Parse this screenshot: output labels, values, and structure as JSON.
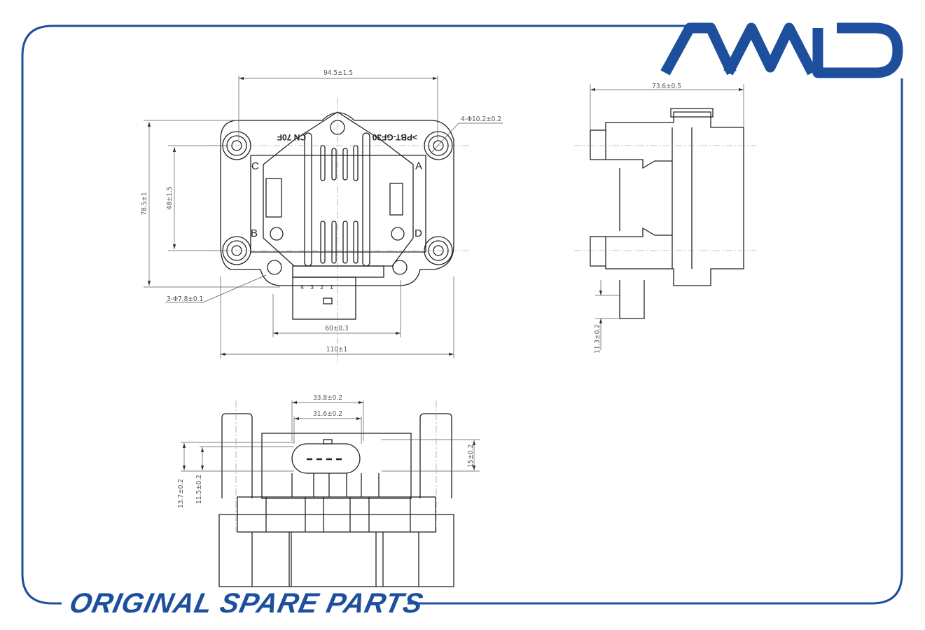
{
  "brand": {
    "logo_text": "AMD",
    "slogan": "ORIGINAL SPARE PARTS",
    "color": "#1d4f9c"
  },
  "top_view": {
    "dims": {
      "width_holes": "94.5±1.5",
      "height_total": "78.5±1",
      "height_holes": "48±1.5",
      "hole_big": "4-Φ10.2±0.2",
      "hole_small": "3-Φ7.8±0.1",
      "connector_span": "60±0.3",
      "width_total": "110±1"
    },
    "markings": {
      "material_1": ">PBT-GF30",
      "material_2": "CN 70F",
      "tower_a": "A",
      "tower_b": "B",
      "tower_c": "C",
      "tower_d": "D"
    },
    "pins": [
      "4",
      "3",
      "2",
      "1"
    ]
  },
  "side_view": {
    "dims": {
      "depth": "73.6±0.5",
      "connector_height": "11.3±0.2"
    }
  },
  "front_view": {
    "dims": {
      "outer_width": "33.8±0.2",
      "inner_width": "31.6±0.2",
      "height_outer": "13.7±0.2",
      "height_inner": "11.5±0.2",
      "height_right": "15±0.2"
    }
  }
}
